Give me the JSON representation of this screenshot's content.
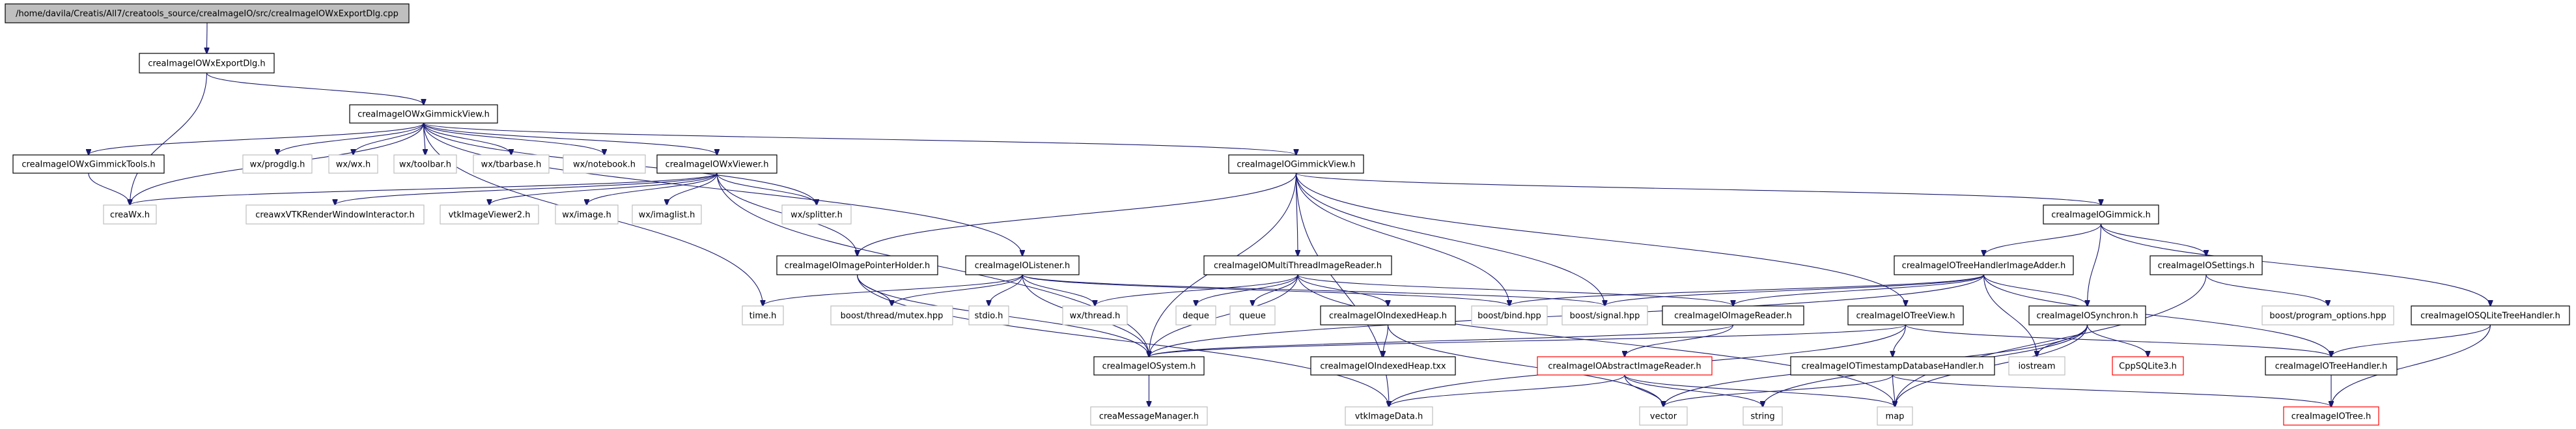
{
  "title": "Include dependency graph for creaImageIOWxExportDlg.cpp",
  "colors": {
    "edge": "#191970",
    "root_fill": "#bfbfbf",
    "documented_border": "#000000",
    "external_border": "#bfbfbf",
    "undocumented_border": "#ff0000"
  },
  "nodes": [
    {
      "id": "root",
      "label": "/home/davila/Creatis/All7/creatools_source/creaImageIO/src/creaImageIOWxExportDlg.cpp",
      "kind": "root"
    },
    {
      "id": "exportdlg",
      "label": "creaImageIOWxExportDlg.h",
      "kind": "documented"
    },
    {
      "id": "wxgview",
      "label": "creaImageIOWxGimmickView.h",
      "kind": "documented"
    },
    {
      "id": "wxgtools",
      "label": "creaImageIOWxGimmickTools.h",
      "kind": "documented"
    },
    {
      "id": "progdlg",
      "label": "wx/progdlg.h",
      "kind": "external"
    },
    {
      "id": "wxwx",
      "label": "wx/wx.h",
      "kind": "external"
    },
    {
      "id": "toolbar",
      "label": "wx/toolbar.h",
      "kind": "external"
    },
    {
      "id": "tbarbase",
      "label": "wx/tbarbase.h",
      "kind": "external"
    },
    {
      "id": "notebook",
      "label": "wx/notebook.h",
      "kind": "external"
    },
    {
      "id": "wxviewer",
      "label": "creaImageIOWxViewer.h",
      "kind": "documented"
    },
    {
      "id": "gview",
      "label": "creaImageIOGimmickView.h",
      "kind": "documented"
    },
    {
      "id": "creawx",
      "label": "creaWx.h",
      "kind": "external"
    },
    {
      "id": "vtkrwi",
      "label": "creawxVTKRenderWindowInteractor.h",
      "kind": "external"
    },
    {
      "id": "vtkiv2",
      "label": "vtkImageViewer2.h",
      "kind": "external"
    },
    {
      "id": "wximage",
      "label": "wx/image.h",
      "kind": "external"
    },
    {
      "id": "imaglist",
      "label": "wx/imaglist.h",
      "kind": "external"
    },
    {
      "id": "splitter",
      "label": "wx/splitter.h",
      "kind": "external"
    },
    {
      "id": "gimmick",
      "label": "creaImageIOGimmick.h",
      "kind": "documented"
    },
    {
      "id": "ptrholder",
      "label": "creaImageIOImagePointerHolder.h",
      "kind": "documented"
    },
    {
      "id": "listener",
      "label": "creaImageIOListener.h",
      "kind": "documented"
    },
    {
      "id": "mtreader",
      "label": "creaImageIOMultiThreadImageReader.h",
      "kind": "documented"
    },
    {
      "id": "thadder",
      "label": "creaImageIOTreeHandlerImageAdder.h",
      "kind": "documented"
    },
    {
      "id": "settings",
      "label": "creaImageIOSettings.h",
      "kind": "documented"
    },
    {
      "id": "timeh",
      "label": "time.h",
      "kind": "external"
    },
    {
      "id": "mutex",
      "label": "boost/thread/mutex.hpp",
      "kind": "external"
    },
    {
      "id": "stdio",
      "label": "stdio.h",
      "kind": "external"
    },
    {
      "id": "wxthread",
      "label": "wx/thread.h",
      "kind": "external"
    },
    {
      "id": "deque",
      "label": "deque",
      "kind": "external"
    },
    {
      "id": "queue",
      "label": "queue",
      "kind": "external"
    },
    {
      "id": "iheap",
      "label": "creaImageIOIndexedHeap.h",
      "kind": "documented"
    },
    {
      "id": "bind",
      "label": "boost/bind.hpp",
      "kind": "external"
    },
    {
      "id": "signal",
      "label": "boost/signal.hpp",
      "kind": "external"
    },
    {
      "id": "imreader",
      "label": "creaImageIOImageReader.h",
      "kind": "documented"
    },
    {
      "id": "treeview",
      "label": "creaImageIOTreeView.h",
      "kind": "documented"
    },
    {
      "id": "synchron",
      "label": "creaImageIOSynchron.h",
      "kind": "documented"
    },
    {
      "id": "progopts",
      "label": "boost/program_options.hpp",
      "kind": "external"
    },
    {
      "id": "sqlitetree",
      "label": "creaImageIOSQLiteTreeHandler.h",
      "kind": "documented"
    },
    {
      "id": "system",
      "label": "creaImageIOSystem.h",
      "kind": "documented"
    },
    {
      "id": "iheaptxx",
      "label": "creaImageIOIndexedHeap.txx",
      "kind": "documented"
    },
    {
      "id": "absreader",
      "label": "creaImageIOAbstractImageReader.h",
      "kind": "undocumented"
    },
    {
      "id": "tsdb",
      "label": "creaImageIOTimestampDatabaseHandler.h",
      "kind": "documented"
    },
    {
      "id": "iostream",
      "label": "iostream",
      "kind": "external"
    },
    {
      "id": "cppsqlite",
      "label": "CppSQLite3.h",
      "kind": "undocumented"
    },
    {
      "id": "treehandler",
      "label": "creaImageIOTreeHandler.h",
      "kind": "documented"
    },
    {
      "id": "msgmgr",
      "label": "creaMessageManager.h",
      "kind": "external"
    },
    {
      "id": "vtkimgdata",
      "label": "vtkImageData.h",
      "kind": "external"
    },
    {
      "id": "vector",
      "label": "vector",
      "kind": "external"
    },
    {
      "id": "string",
      "label": "string",
      "kind": "external"
    },
    {
      "id": "map",
      "label": "map",
      "kind": "external"
    },
    {
      "id": "tree",
      "label": "creaImageIOTree.h",
      "kind": "undocumented"
    }
  ],
  "edges": [
    [
      "root",
      "exportdlg"
    ],
    [
      "exportdlg",
      "wxgview"
    ],
    [
      "exportdlg",
      "creawx"
    ],
    [
      "wxgview",
      "wxgtools"
    ],
    [
      "wxgview",
      "creawx"
    ],
    [
      "wxgview",
      "progdlg"
    ],
    [
      "wxgview",
      "wxwx"
    ],
    [
      "wxgview",
      "toolbar"
    ],
    [
      "wxgview",
      "tbarbase"
    ],
    [
      "wxgview",
      "notebook"
    ],
    [
      "wxgview",
      "wxviewer"
    ],
    [
      "wxgview",
      "gview"
    ],
    [
      "wxgview",
      "splitter"
    ],
    [
      "wxgview",
      "timeh"
    ],
    [
      "wxgview",
      "listener"
    ],
    [
      "wxgtools",
      "creawx"
    ],
    [
      "wxviewer",
      "creawx"
    ],
    [
      "wxviewer",
      "vtkrwi"
    ],
    [
      "wxviewer",
      "vtkiv2"
    ],
    [
      "wxviewer",
      "wximage"
    ],
    [
      "wxviewer",
      "imaglist"
    ],
    [
      "wxviewer",
      "splitter"
    ],
    [
      "wxviewer",
      "ptrholder"
    ],
    [
      "wxviewer",
      "system"
    ],
    [
      "gview",
      "gimmick"
    ],
    [
      "gview",
      "ptrholder"
    ],
    [
      "gview",
      "mtreader"
    ],
    [
      "gview",
      "system"
    ],
    [
      "gview",
      "bind"
    ],
    [
      "gview",
      "signal"
    ],
    [
      "gview",
      "treeview"
    ],
    [
      "gview",
      "vtkimgdata"
    ],
    [
      "gimmick",
      "thadder"
    ],
    [
      "gimmick",
      "synchron"
    ],
    [
      "gimmick",
      "settings"
    ],
    [
      "gimmick",
      "sqlitetree"
    ],
    [
      "ptrholder",
      "mutex"
    ],
    [
      "ptrholder",
      "system"
    ],
    [
      "ptrholder",
      "vtkimgdata"
    ],
    [
      "listener",
      "timeh"
    ],
    [
      "listener",
      "mutex"
    ],
    [
      "listener",
      "stdio"
    ],
    [
      "listener",
      "wxthread"
    ],
    [
      "listener",
      "system"
    ],
    [
      "listener",
      "bind"
    ],
    [
      "listener",
      "signal"
    ],
    [
      "mtreader",
      "wxthread"
    ],
    [
      "mtreader",
      "deque"
    ],
    [
      "mtreader",
      "queue"
    ],
    [
      "mtreader",
      "iheap"
    ],
    [
      "mtreader",
      "system"
    ],
    [
      "mtreader",
      "imreader"
    ],
    [
      "mtreader",
      "map"
    ],
    [
      "thadder",
      "bind"
    ],
    [
      "thadder",
      "signal"
    ],
    [
      "thadder",
      "imreader"
    ],
    [
      "thadder",
      "synchron"
    ],
    [
      "thadder",
      "iostream"
    ],
    [
      "thadder",
      "treehandler"
    ],
    [
      "thadder",
      "system"
    ],
    [
      "settings",
      "progopts"
    ],
    [
      "settings",
      "map"
    ],
    [
      "sqlitetree",
      "treehandler"
    ],
    [
      "sqlitetree",
      "tree"
    ],
    [
      "iheap",
      "iheaptxx"
    ],
    [
      "iheap",
      "vector"
    ],
    [
      "imreader",
      "absreader"
    ],
    [
      "imreader",
      "system"
    ],
    [
      "treeview",
      "tsdb"
    ],
    [
      "treeview",
      "system"
    ],
    [
      "treeview",
      "treehandler"
    ],
    [
      "treeview",
      "vtkimgdata"
    ],
    [
      "synchron",
      "iostream"
    ],
    [
      "synchron",
      "cppsqlite"
    ],
    [
      "synchron",
      "vector"
    ],
    [
      "synchron",
      "string"
    ],
    [
      "synchron",
      "map"
    ],
    [
      "system",
      "msgmgr"
    ],
    [
      "absreader",
      "vtkimgdata"
    ],
    [
      "absreader",
      "vector"
    ],
    [
      "absreader",
      "string"
    ],
    [
      "absreader",
      "map"
    ],
    [
      "tsdb",
      "vector"
    ],
    [
      "tsdb",
      "map"
    ],
    [
      "tsdb",
      "tree"
    ],
    [
      "treehandler",
      "tree"
    ]
  ]
}
